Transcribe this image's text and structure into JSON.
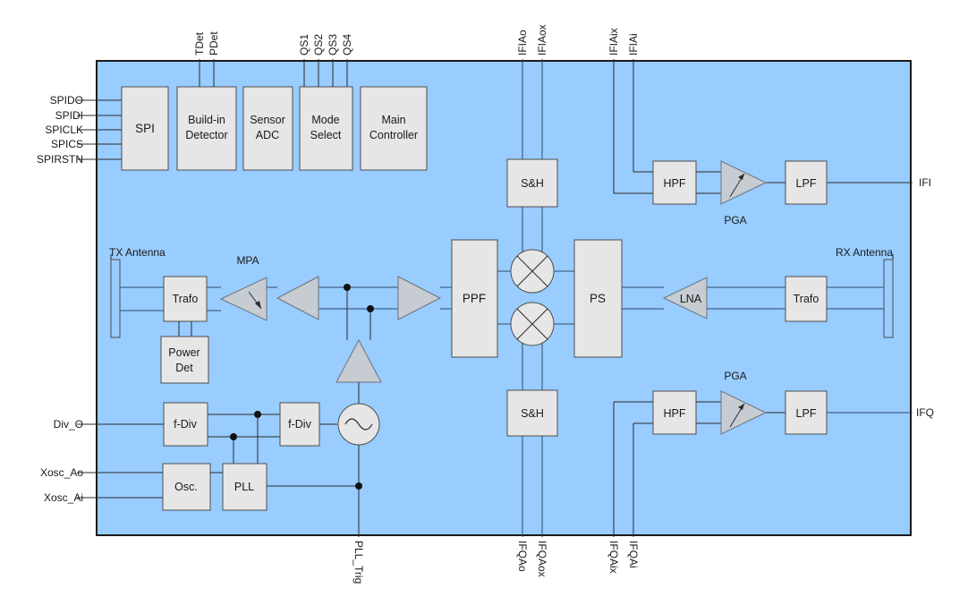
{
  "colors": {
    "chip_fill": "#99ccff",
    "chip_border": "#1a1a1a",
    "block_fill": "#e6e6e6",
    "amp_fill": "#c6ccd2"
  },
  "left_pins": {
    "spido": "SPIDO",
    "spidi": "SPIDI",
    "spiclk": "SPICLK",
    "spics": "SPICS",
    "spirstn": "SPIRSTN",
    "div_o": "Div_O",
    "xosc_ao": "Xosc_Ao",
    "xosc_ai": "Xosc_Ai"
  },
  "top_pins": {
    "tdet": "TDet",
    "pdet": "PDet",
    "qs1": "QS1",
    "qs2": "QS2",
    "qs3": "QS3",
    "qs4": "QS4",
    "ifiao": "IFIAo",
    "ifiaox": "IFIAox",
    "ifiaix": "IFIAix",
    "ifiai": "IFIAi"
  },
  "bottom_pins": {
    "pll_trig": "PLL_Trig",
    "ifqao": "IFQAo",
    "ifqaox": "IFQAox",
    "ifqaix": "IFQAix",
    "ifqai": "IFQAi"
  },
  "right_pins": {
    "ifi": "IFI",
    "ifq": "IFQ"
  },
  "blocks": {
    "spi": "SPI",
    "detector": [
      "Build-in",
      "Detector"
    ],
    "sensor_adc": [
      "Sensor",
      "ADC"
    ],
    "mode_select": [
      "Mode",
      "Select"
    ],
    "main_controller": [
      "Main",
      "Controller"
    ],
    "sh_top": "S&H",
    "sh_bottom": "S&H",
    "hpf_top": "HPF",
    "hpf_bottom": "HPF",
    "lpf_top": "LPF",
    "lpf_bottom": "LPF",
    "ppf": "PPF",
    "ps": "PS",
    "trafo_tx": "Trafo",
    "trafo_rx": "Trafo",
    "lna": "LNA",
    "power_det": [
      "Power",
      "Det"
    ],
    "f_div_1": "f-Div",
    "f_div_2": "f-Div",
    "osc": "Osc.",
    "pll": "PLL"
  },
  "captions": {
    "tx_antenna": "TX Antenna",
    "rx_antenna": "RX Antenna",
    "mpa": "MPA",
    "pga_top": "PGA",
    "pga_bottom": "PGA"
  }
}
